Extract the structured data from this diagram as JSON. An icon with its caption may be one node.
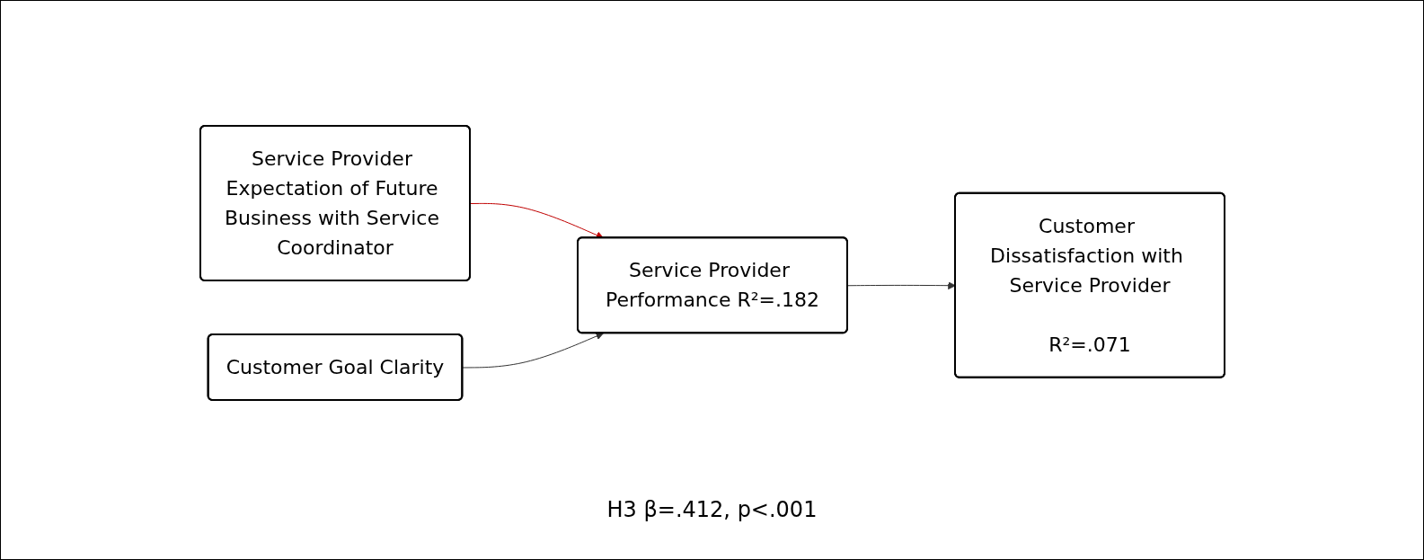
{
  "diagram": {
    "nodes": [
      {
        "text": [
          "Service Provider Expectation of Future Business with Service Coordinator"
        ]
      },
      {
        "text": [
          "Customer Goal Clarity"
        ]
      },
      {
        "text": [
          "Service Provider Performance R²=.182"
        ]
      },
      {
        "text": [
          "Customer Dissatisfaction with Service Provider",
          "R²=.071"
        ]
      }
    ],
    "edges": [
      {
        "from": 0,
        "to": 2,
        "arrow": "to",
        "color": "#c00000"
      },
      {
        "from": 1,
        "to": 2,
        "arrow": "to"
      },
      {
        "from": 2,
        "to": 3,
        "arrow": "to"
      }
    ],
    "labels": [
      "H3 β=.412, p<.001"
    ]
  }
}
